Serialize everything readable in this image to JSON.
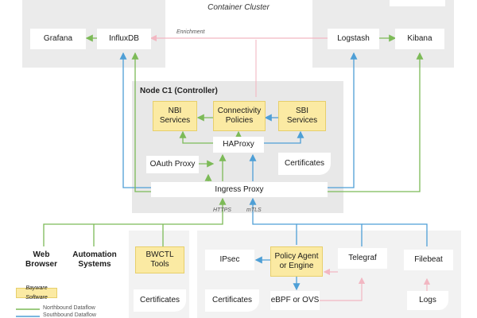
{
  "colors": {
    "northbound": "#7cba57",
    "southbound": "#4e9fd6",
    "enrichment": "#f2b7c2",
    "bayware": "#fbeaa3",
    "panel": "#ebebeb",
    "panel_light": "#f2f2f2"
  },
  "cluster": {
    "title": "Container Cluster",
    "grafana": "Grafana",
    "influxdb": "InfluxDB",
    "logstash": "Logstash",
    "kibana": "Kibana",
    "enrichment": "Enrichment"
  },
  "controller": {
    "title": "Node C1  (Controller)",
    "nbi": "NBI Services",
    "connectivity": "Connectivity Policies",
    "sbi": "SBI Services",
    "haproxy": "HAProxy",
    "oauth": "OAuth Proxy",
    "certificates": "Certificates",
    "ingress": "Ingress Proxy",
    "https": "HTTPS",
    "mtls": "mTLS"
  },
  "clients": {
    "web_browser": "Web Browser",
    "automation": "Automation Systems",
    "bwctl": "BWCTL Tools",
    "certificates": "Certificates"
  },
  "workload": {
    "ipsec": "IPsec",
    "policy_agent": "Policy Agent or Engine",
    "telegraf": "Telegraf",
    "filebeat": "Filebeat",
    "certificates": "Certificates",
    "ebpf": "eBPF or OVS",
    "logs": "Logs"
  },
  "legend": {
    "bayware": "Bayware Software",
    "northbound": "Northbound Dataflow",
    "southbound": "Southbound Dataflow"
  }
}
